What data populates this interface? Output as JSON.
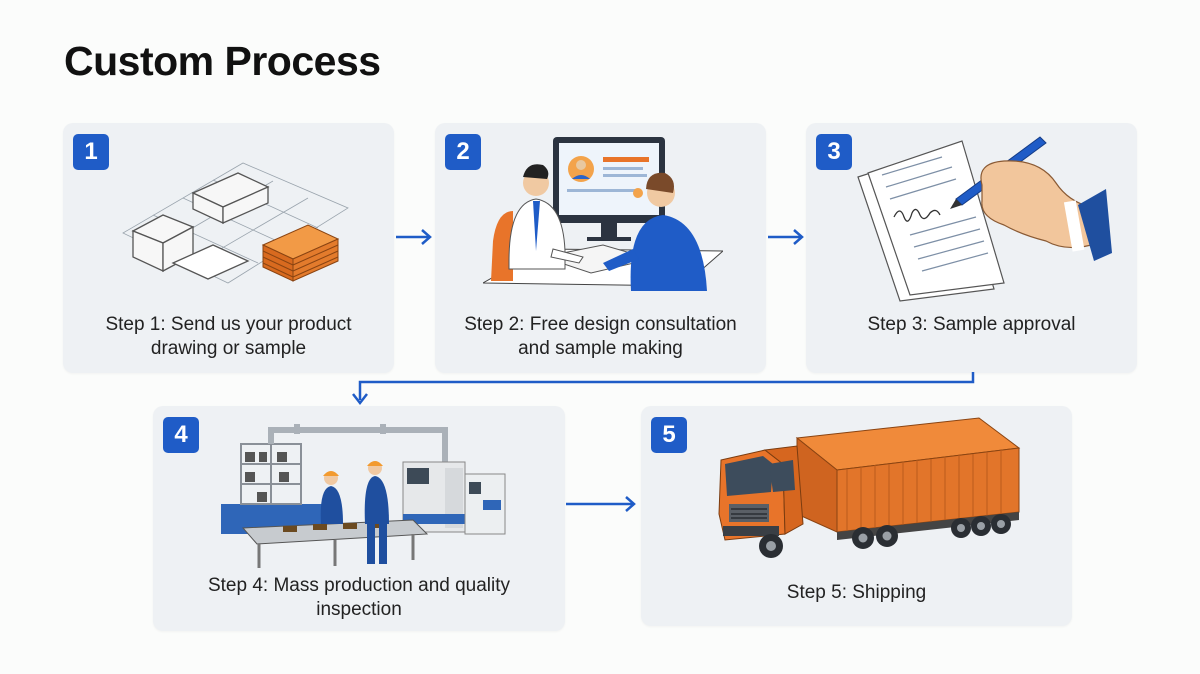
{
  "title": "Custom Process",
  "steps": [
    {
      "number": "1",
      "label": "Step 1: Send us your product drawing or sample",
      "icon": "blueprint-boxes-icon"
    },
    {
      "number": "2",
      "label": "Step 2: Free design consultation and sample making",
      "icon": "design-consultation-icon"
    },
    {
      "number": "3",
      "label": "Step 3: Sample approval",
      "icon": "signing-document-icon"
    },
    {
      "number": "4",
      "label": "Step 4: Mass production and quality inspection",
      "icon": "production-line-icon"
    },
    {
      "number": "5",
      "label": "Step 5: Shipping",
      "icon": "container-truck-icon"
    }
  ],
  "colors": {
    "accent": "#1f5cc7",
    "card": "#eef1f4",
    "orange": "#e8742a",
    "title": "#111111"
  }
}
